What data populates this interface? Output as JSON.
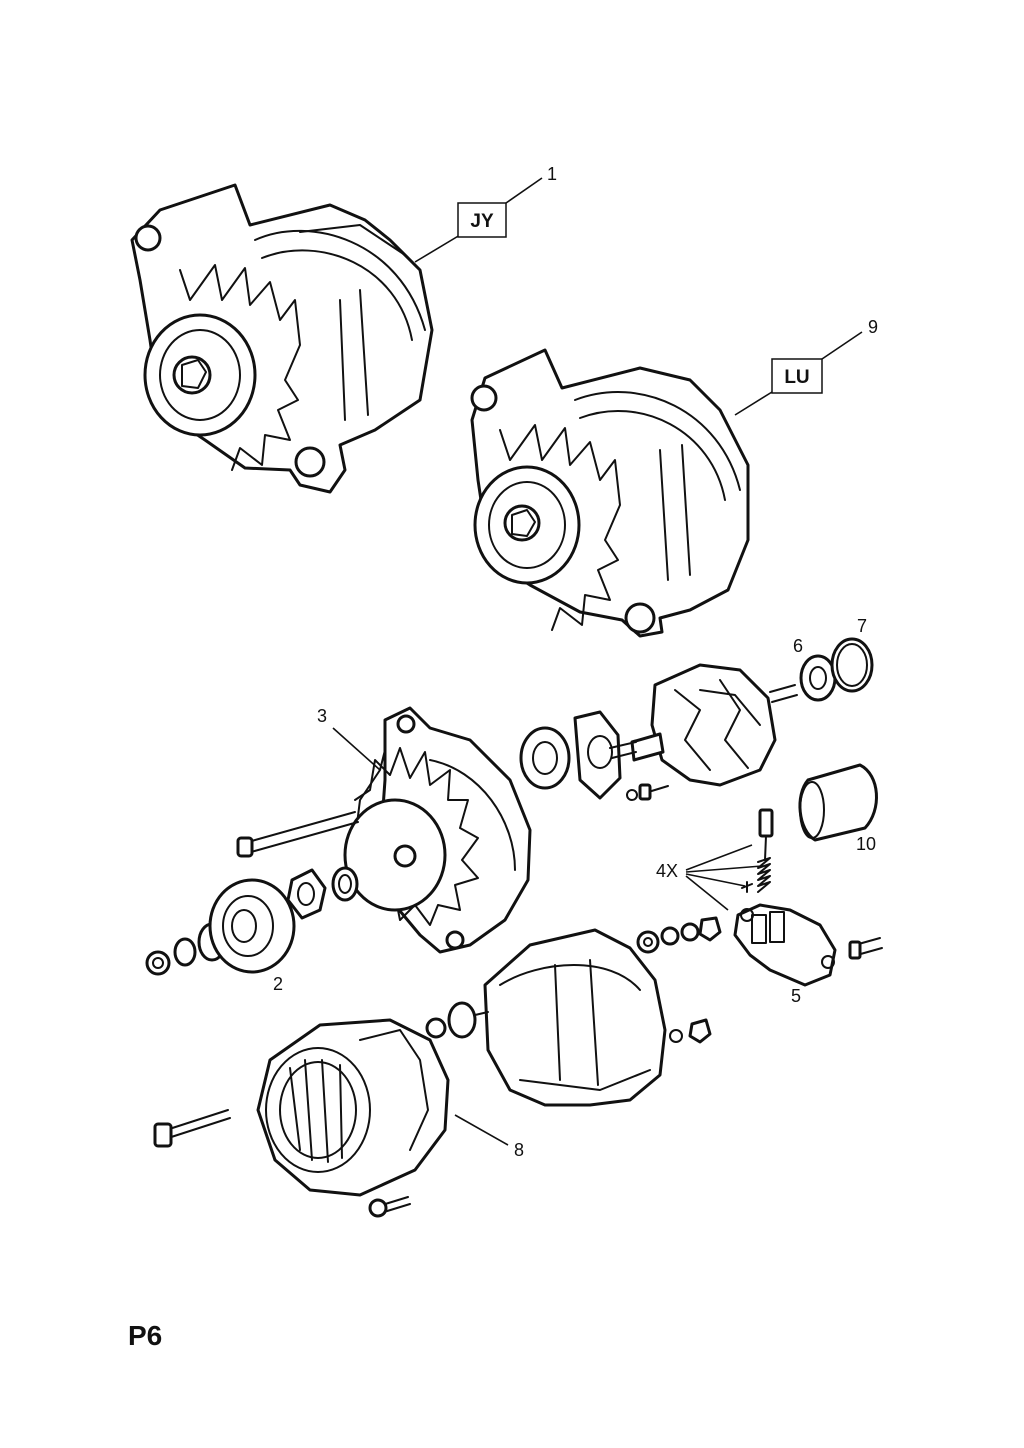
{
  "page": {
    "label": "P6"
  },
  "assemblies": {
    "jy": {
      "code": "JY",
      "number": "1"
    },
    "lu": {
      "code": "LU",
      "number": "9"
    }
  },
  "callouts": {
    "c2": "2",
    "c3": "3",
    "c4": "4X",
    "c5": "5",
    "c6": "6",
    "c7": "7",
    "c8": "8",
    "c10": "10"
  }
}
